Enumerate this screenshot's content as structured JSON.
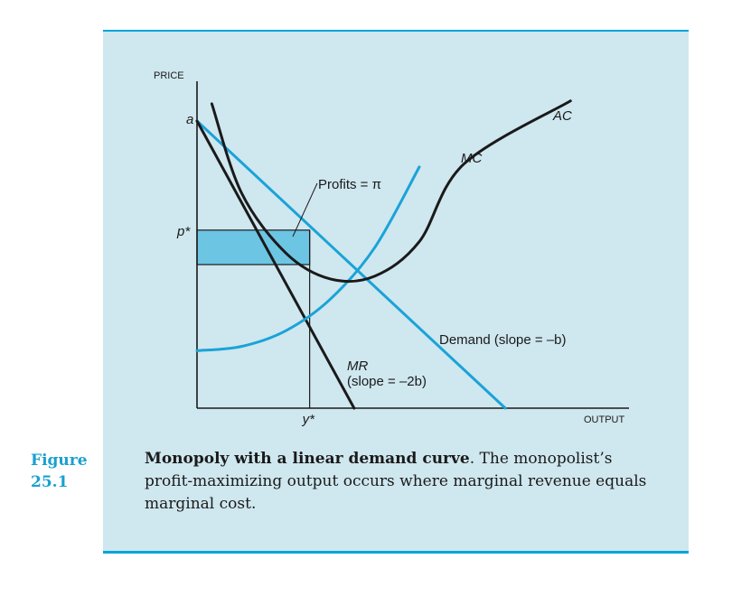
{
  "figure": {
    "label_line1": "Figure",
    "label_line2": "25.1",
    "caption_bold": "Monopoly with a linear demand curve",
    "caption_rest": ". The monopolist’s profit-maximizing output occurs where marginal revenue equals marginal cost."
  },
  "colors": {
    "background": "#cfe7ef",
    "rule": "#00a3d9",
    "blue_curve": "#1aa3d8",
    "black_curve": "#1a1a1a",
    "profit_fill": "#6cc5e3"
  },
  "chart_data": {
    "type": "line",
    "title": "",
    "xlabel": "OUTPUT",
    "ylabel": "PRICE",
    "xlim": [
      0,
      10
    ],
    "ylim": [
      0,
      10
    ],
    "y_tick_labels": {
      "a": "a",
      "p_star": "p*"
    },
    "x_tick_labels": {
      "y_star": "y*"
    },
    "key_values": {
      "a": 10,
      "p_star": 6.2,
      "y_star": 3.8,
      "ac_at_y_star": 5.0
    },
    "annotations": {
      "profits": "Profits = π",
      "demand": "Demand (slope = –b)",
      "mr_name": "MR",
      "mr_slope": "(slope = –2b)",
      "ac_name": "AC",
      "mc_name": "MC"
    },
    "series": [
      {
        "name": "Demand",
        "values": [
          [
            0,
            10
          ],
          [
            10.4,
            0
          ]
        ]
      },
      {
        "name": "MR",
        "values": [
          [
            0,
            10
          ],
          [
            5.3,
            0
          ]
        ]
      },
      {
        "name": "MC",
        "values": [
          [
            0,
            2.0
          ],
          [
            1.5,
            2.15
          ],
          [
            3.0,
            2.7
          ],
          [
            4.5,
            3.8
          ],
          [
            6.0,
            5.6
          ],
          [
            7.5,
            8.4
          ]
        ]
      },
      {
        "name": "AC",
        "values": [
          [
            0.5,
            10.6
          ],
          [
            1.5,
            7.5
          ],
          [
            3.0,
            5.4
          ],
          [
            4.5,
            4.5
          ],
          [
            6.0,
            4.6
          ],
          [
            7.5,
            5.8
          ],
          [
            9.0,
            8.5
          ],
          [
            12.6,
            10.7
          ]
        ]
      }
    ]
  }
}
